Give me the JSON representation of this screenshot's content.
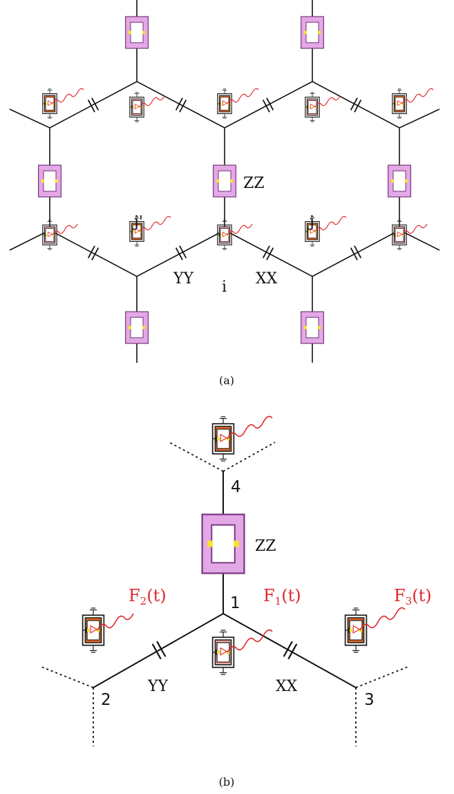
{
  "colors": {
    "coupler_fill": "#e3a8e6",
    "coupler_border": "#7a3a80",
    "junction": "#f5e42a",
    "qubit_dark": "#ef6a20",
    "qubit_light": "#f3a7a3",
    "drive": "#e0262b",
    "line": "#111111"
  },
  "panel_a": {
    "caption": "(a)",
    "labels": {
      "zz": "ZZ",
      "yy": "YY",
      "xx": "XX",
      "j_prime": "j'",
      "j": "j",
      "i": "i"
    }
  },
  "panel_b": {
    "caption": "(b)",
    "labels": {
      "zz": "ZZ",
      "yy": "YY",
      "xx": "XX",
      "node1": "1",
      "node2": "2",
      "node3": "3",
      "node4": "4"
    },
    "drives": [
      {
        "letter": "F",
        "sub": "1",
        "arg": "(t)"
      },
      {
        "letter": "F",
        "sub": "2",
        "arg": "(t)"
      },
      {
        "letter": "F",
        "sub": "3",
        "arg": "(t)"
      }
    ]
  }
}
